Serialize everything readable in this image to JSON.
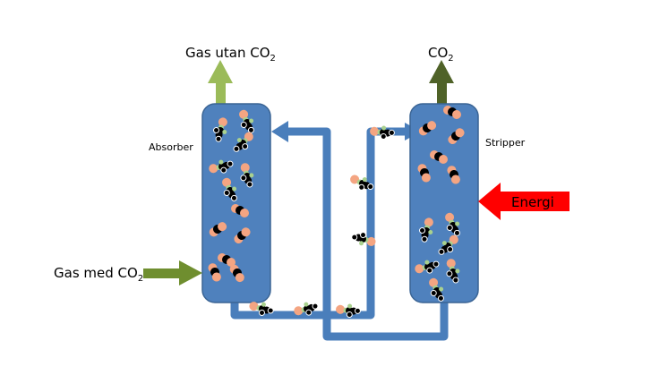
{
  "diagram": {
    "type": "process-flow",
    "topic": "CO2 capture by amine absorption",
    "units": {
      "absorber": {
        "label": "Absorber"
      },
      "stripper": {
        "label": "Stripper"
      }
    },
    "streams": {
      "gas_in": {
        "label_main": "Gas med CO",
        "label_sub": "2",
        "direction": "into absorber"
      },
      "gas_out": {
        "label_main": "Gas utan CO",
        "label_sub": "2",
        "direction": "out of absorber top"
      },
      "co2_out": {
        "label_main": "CO",
        "label_sub": "2",
        "direction": "out of stripper top"
      },
      "energy": {
        "label": "Energi",
        "direction": "into stripper"
      }
    },
    "pipes": [
      {
        "from": "absorber-bottom",
        "to": "stripper-top",
        "carries": "amine with bound CO2"
      },
      {
        "from": "stripper-bottom",
        "to": "absorber-top",
        "carries": "regenerated amine"
      }
    ],
    "colors": {
      "column": "#4f81bd",
      "column_border": "#3a6494",
      "pipe": "#4a7ebb",
      "gas_in_arrow": "#6f8e2f",
      "gas_out_arrow": "#9bbb59",
      "co2_arrow": "#4f6228",
      "energy_arrow": "#ff0000",
      "co2_molecule_o": "#f4a582",
      "co2_molecule_c": "#000000",
      "amine_n": "#a9d18e"
    }
  }
}
